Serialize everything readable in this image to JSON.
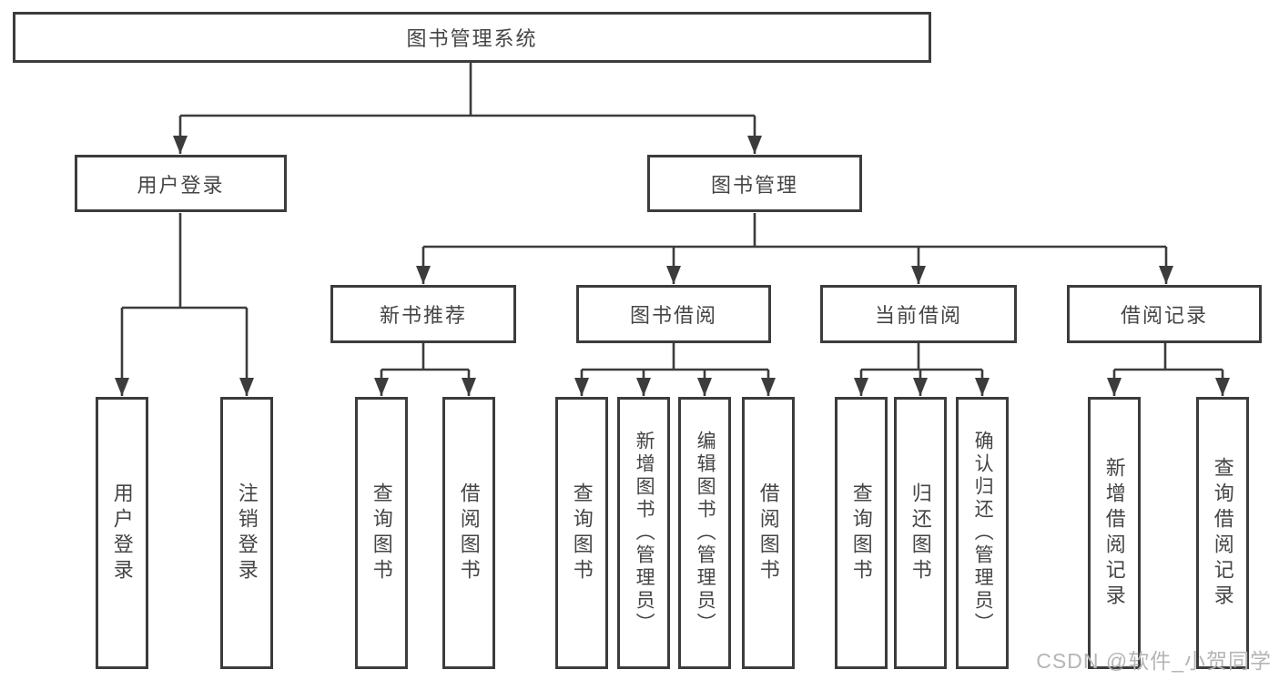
{
  "diagram": {
    "root": {
      "label": "图书管理系统"
    },
    "level2": [
      {
        "id": "user-login",
        "label": "用户登录"
      },
      {
        "id": "book-management",
        "label": "图书管理"
      }
    ],
    "level3": [
      {
        "id": "new-book-recommend",
        "label": "新书推荐"
      },
      {
        "id": "book-borrow",
        "label": "图书借阅"
      },
      {
        "id": "current-borrow",
        "label": "当前借阅"
      },
      {
        "id": "borrow-records",
        "label": "借阅记录"
      }
    ],
    "leaves": {
      "user_login": [
        {
          "label": "用户登录"
        },
        {
          "label": "注销登录"
        }
      ],
      "new_book_recommend": [
        {
          "label": "查询图书"
        },
        {
          "label": "借阅图书"
        }
      ],
      "book_borrow": [
        {
          "label": "查询图书"
        },
        {
          "label": "新增图书（管理员）"
        },
        {
          "label": "编辑图书（管理员）"
        },
        {
          "label": "借阅图书"
        }
      ],
      "current_borrow": [
        {
          "label": "查询图书"
        },
        {
          "label": "归还图书"
        },
        {
          "label": "确认归还（管理员）"
        }
      ],
      "borrow_records": [
        {
          "label": "新增借阅记录"
        },
        {
          "label": "查询借阅记录"
        }
      ]
    }
  },
  "watermark": {
    "text": "CSDN @软件_小贺同学"
  },
  "colors": {
    "line": "#3c3c3c",
    "text": "#454545",
    "watermark": "#b5b5b5",
    "background": "#ffffff"
  }
}
